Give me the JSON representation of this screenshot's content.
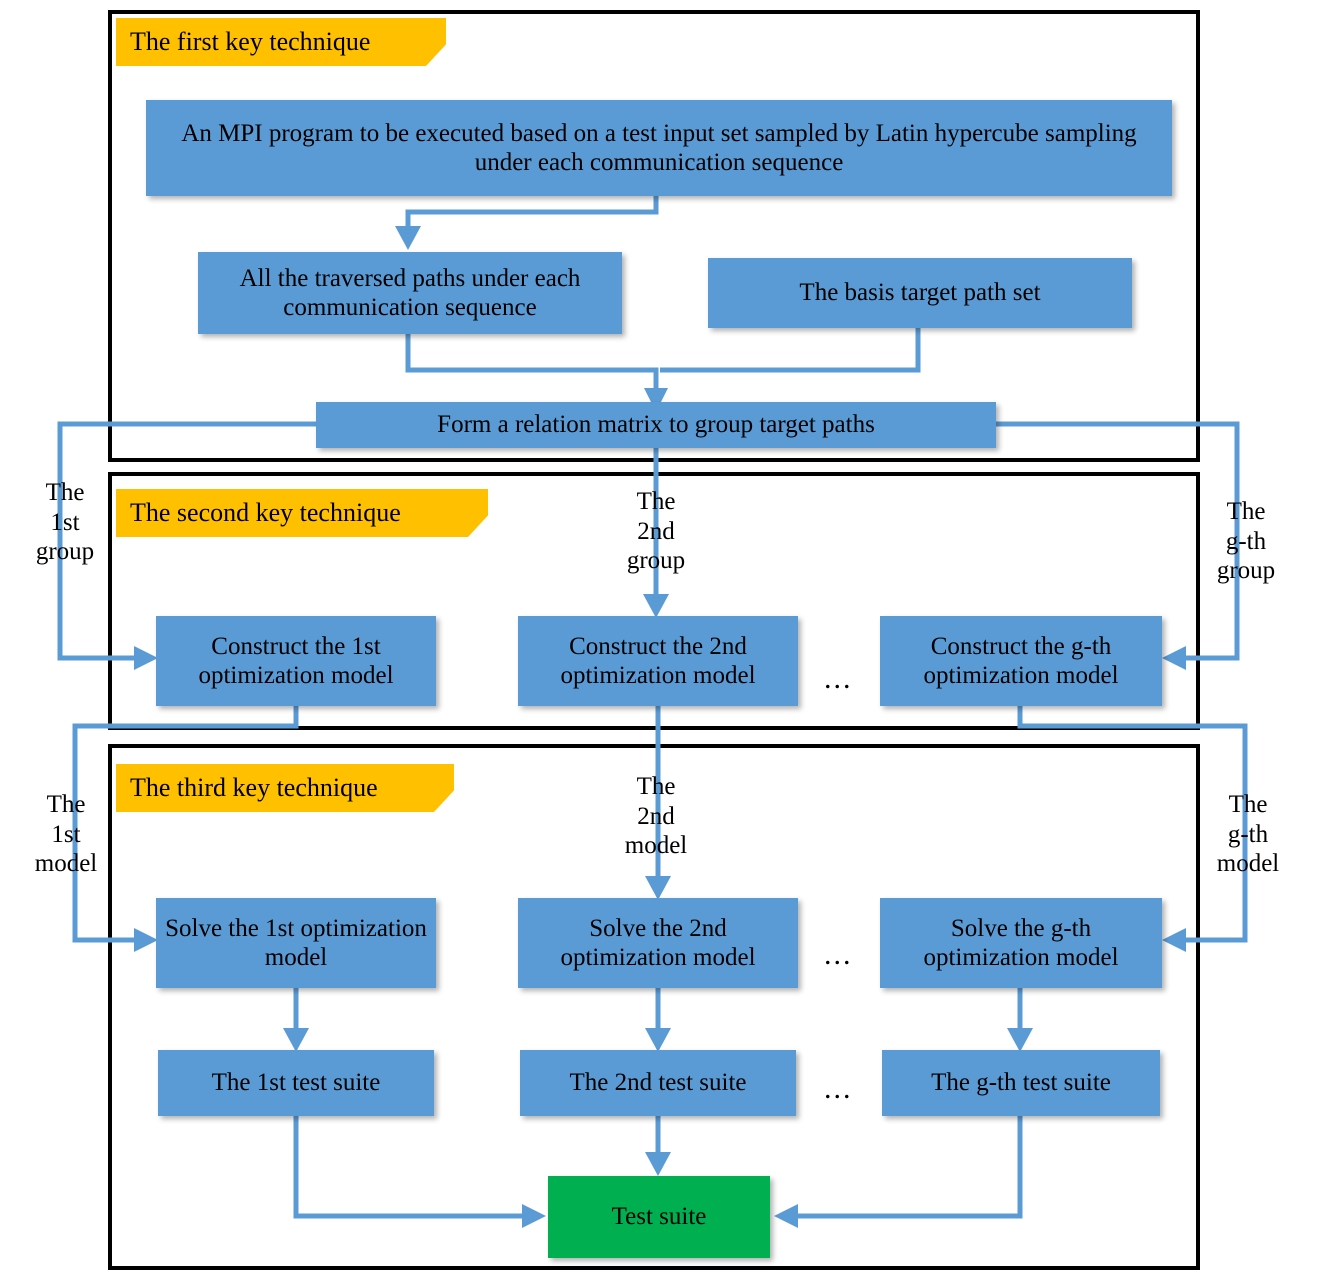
{
  "diagram": {
    "title": "Three key techniques flow",
    "colors": {
      "banner": "#FFC000",
      "process_box": "#5B9BD5",
      "result_box": "#00B050",
      "connector": "#5B9BD5",
      "frame": "#000000"
    },
    "sections": [
      {
        "id": "first",
        "banner": "The first key technique"
      },
      {
        "id": "second",
        "banner": "The second key technique"
      },
      {
        "id": "third",
        "banner": "The third key technique"
      }
    ],
    "boxes": {
      "mpi_program": "An MPI  program to be executed based on a test input set sampled by Latin hypercube sampling under each communication sequence",
      "traversed_paths": "All the traversed paths under each communication sequence",
      "basis_path_set": "The basis target path set",
      "relation_matrix": "Form a relation matrix to group target paths",
      "construct_1st": "Construct the 1st optimization model",
      "construct_2nd": "Construct the 2nd optimization model",
      "construct_gth": "Construct the g-th optimization model",
      "solve_1st": "Solve the 1st optimization model",
      "solve_2nd": "Solve the 2nd optimization model",
      "solve_gth": "Solve the g-th optimization model",
      "suite_1st": "The 1st test suite",
      "suite_2nd": "The 2nd test suite",
      "suite_gth": "The g-th test suite",
      "test_suite": "Test suite"
    },
    "edge_labels": {
      "group_1st": "The\n1st\ngroup",
      "group_2nd": "The\n2nd\ngroup",
      "group_gth": "The\ng-th\ngroup",
      "model_1st": "The\n1st\nmodel",
      "model_2nd": "The\n2nd\nmodel",
      "model_gth": "The\ng-th\nmodel"
    },
    "ellipsis": "..."
  }
}
